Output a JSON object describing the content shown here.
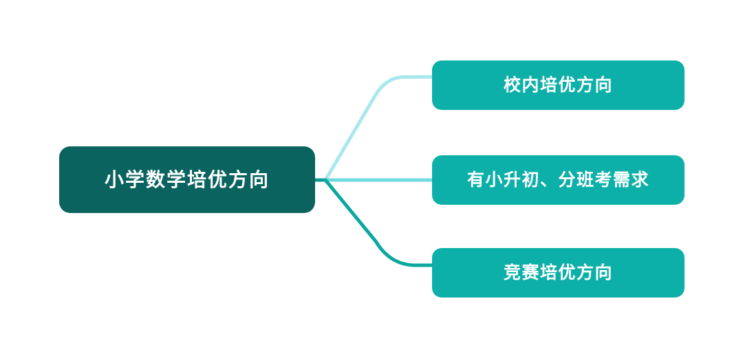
{
  "diagram": {
    "type": "mind-map",
    "background_color": "#ffffff",
    "root": {
      "label": "小学数学培优方向",
      "fill_color": "#0a635f",
      "text_color": "#ffffff"
    },
    "children": [
      {
        "label": "校内培优方向",
        "fill_color": "#0cb0a8",
        "text_color": "#ffffff",
        "connector_color": "#a8e8ec"
      },
      {
        "label": "有小升初、分班考需求",
        "fill_color": "#0cb0a8",
        "text_color": "#ffffff",
        "connector_color": "#6fdbdf"
      },
      {
        "label": "竞赛培优方向",
        "fill_color": "#0cb0a8",
        "text_color": "#ffffff",
        "connector_color": "#0aa79f"
      }
    ],
    "connector_stub_color": "#0c9a93"
  }
}
